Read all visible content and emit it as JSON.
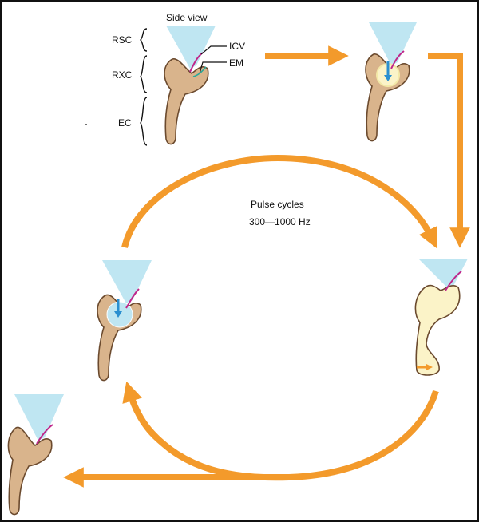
{
  "labels": {
    "side_view": "Side view",
    "rsc": "RSC",
    "rxc": "RXC",
    "ec": "EC",
    "icv": "ICV",
    "em": "EM",
    "pulse_title": "Pulse cycles",
    "pulse_freq": "300—1000 Hz"
  },
  "colors": {
    "arrow": "#f39a2b",
    "needle": "#bfe6f2",
    "tissue": "#d9b48c",
    "outline": "#6b4a2e",
    "teal": "#2aa89a",
    "magenta": "#c0268a",
    "liquid": "#fbf3c8",
    "bubble": "#bfe6f2"
  }
}
